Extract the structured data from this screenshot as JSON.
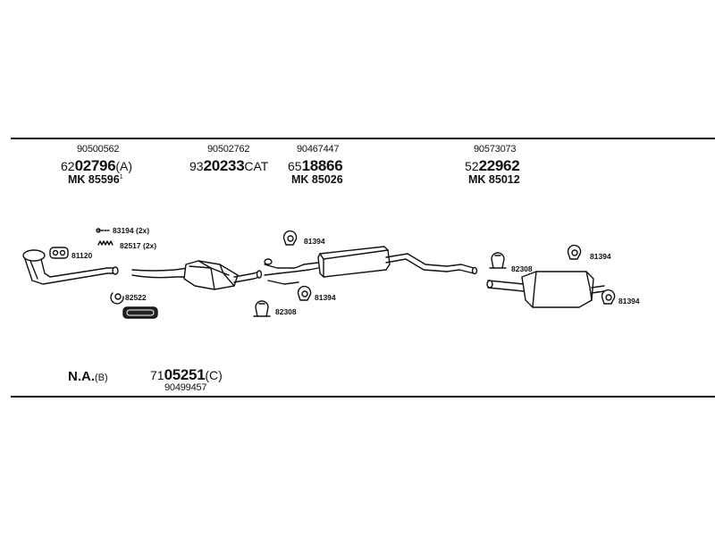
{
  "groups": [
    {
      "oe": "90500562",
      "pn_prefix": "62",
      "pn_main": "02796",
      "pn_suffix": "(A)",
      "mk": "MK 85596",
      "mk_note": "1"
    },
    {
      "oe": "90502762",
      "pn_prefix": "93",
      "pn_main": "20233",
      "pn_suffix": "CAT"
    },
    {
      "oe": "90467447",
      "pn_prefix": "65",
      "pn_main": "18866",
      "pn_suffix": "",
      "mk": "MK 85026"
    },
    {
      "oe": "90573073",
      "pn_prefix": "52",
      "pn_main": "22962",
      "pn_suffix": "",
      "mk": "MK 85012"
    }
  ],
  "callouts": {
    "c83194": "83194 (2x)",
    "c82517": "82517 (2x)",
    "c81120": "81120",
    "c82522": "82522",
    "c81394_a": "81394",
    "c81394_b": "81394",
    "c82308_a": "82308",
    "c82308_b": "82308",
    "c81394_c": "81394",
    "c81394_d": "81394"
  },
  "footer": {
    "na_main": "N.A.",
    "na_suffix": "(B)",
    "pn_prefix": "71",
    "pn_main": "05251",
    "pn_suffix": "(C)",
    "oe": "90499457"
  }
}
